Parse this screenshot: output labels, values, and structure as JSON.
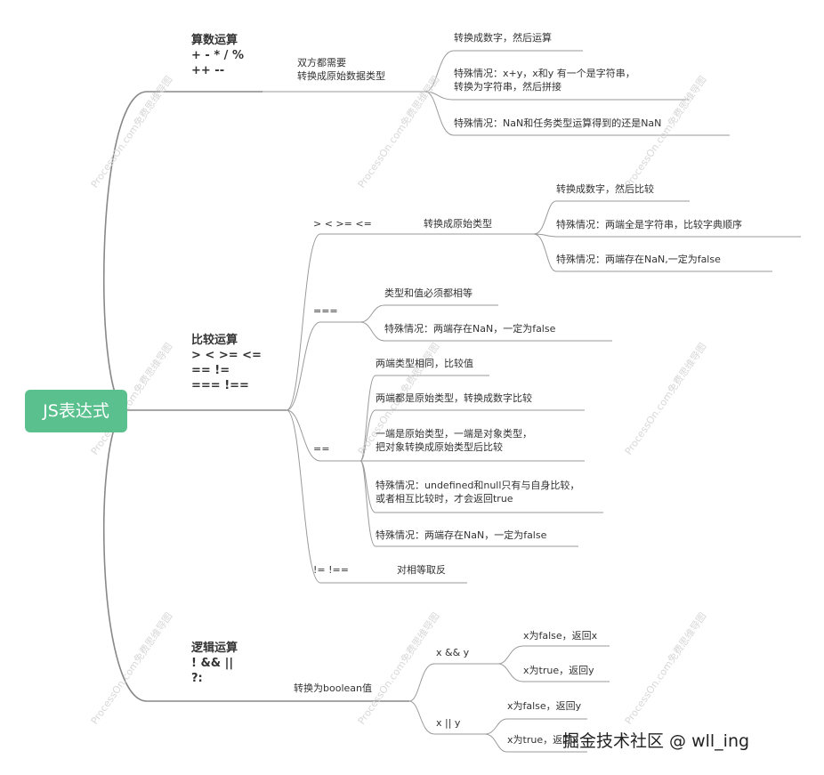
{
  "root": {
    "label": "JS表达式",
    "color": "#5ac18e"
  },
  "arith": {
    "title": [
      "算数运算",
      "+ - * / %",
      "++ --"
    ],
    "note": [
      "双方都需要",
      "转换成原始数据类型"
    ],
    "items": [
      {
        "lines": [
          "转换成数字，然后运算"
        ]
      },
      {
        "lines": [
          "特殊情况：x+y，x和y 有一个是字符串，",
          "转换为字符串，然后拼接"
        ]
      },
      {
        "lines": [
          "特殊情况：NaN和任务类型运算得到的还是NaN"
        ]
      }
    ]
  },
  "compare": {
    "title": [
      "比较运算",
      "> < >= <=",
      "== !=",
      "=== !=="
    ],
    "rel": {
      "label": "> < >= <=",
      "sub": "转换成原始类型",
      "items": [
        "转换成数字，然后比较",
        "特殊情况：两端全是字符串，比较字典顺序",
        "特殊情况：两端存在NaN,一定为false"
      ]
    },
    "strict": {
      "label": "===",
      "items": [
        "类型和值必须都相等",
        "特殊情况：两端存在NaN，一定为false"
      ]
    },
    "loose": {
      "label": "==",
      "items": [
        {
          "lines": [
            "两端类型相同，比较值"
          ]
        },
        {
          "lines": [
            "两端都是原始类型，转换成数字比较"
          ]
        },
        {
          "lines": [
            "一端是原始类型，一端是对象类型，",
            "把对象转换成原始类型后比较"
          ]
        },
        {
          "lines": [
            "特殊情况：undefined和null只有与自身比较，",
            "或者相互比较时，才会返回true"
          ]
        },
        {
          "lines": [
            "特殊情况：两端存在NaN，一定为false"
          ]
        }
      ]
    },
    "neq": {
      "label": "!= !==",
      "sub": "对相等取反"
    }
  },
  "logic": {
    "title": [
      "逻辑运算",
      "! && ||",
      "?:"
    ],
    "note": "转换为boolean值",
    "and": {
      "label": "x && y",
      "items": [
        "x为false，返回x",
        "x为true，返回y"
      ]
    },
    "or": {
      "label": "x || y",
      "items": [
        "x为false，返回y",
        "x为true，返回x"
      ]
    }
  },
  "watermark": "ProcessOn.com免费思维导图",
  "brand": "掘金技术社区 @ wll_ing"
}
